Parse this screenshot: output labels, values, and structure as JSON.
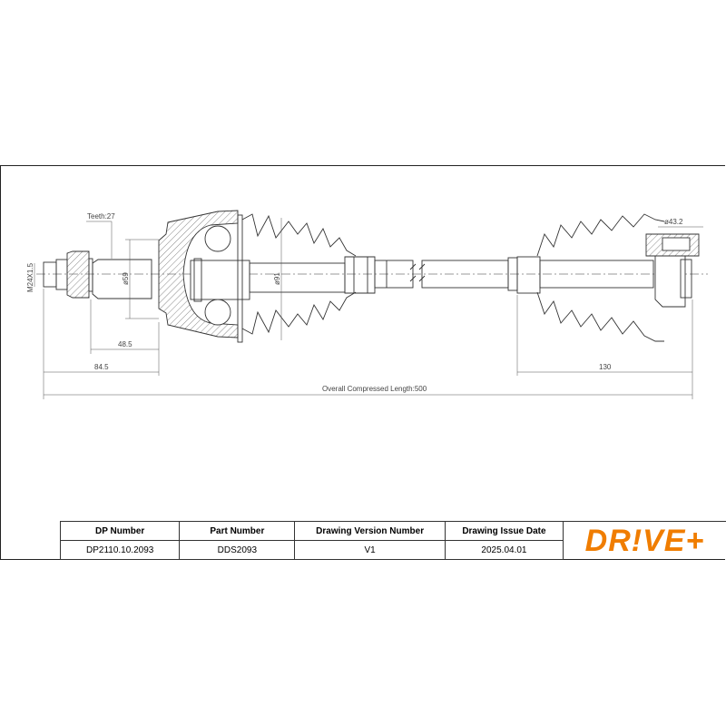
{
  "drawing": {
    "teeth_label": "Teeth:27",
    "thread_label": "M24X1.5",
    "dia_59": "ø59",
    "dia_91": "ø91",
    "dia_43": "ø43.2",
    "dim_48_5": "48.5",
    "dim_84_5": "84.5",
    "dim_130": "130",
    "overall_length": "Overall  Compressed  Length:500"
  },
  "title_block": {
    "headers": [
      "DP Number",
      "Part Number",
      "Drawing Version Number",
      "Drawing Issue Date"
    ],
    "values": [
      "DP2110.10.2093",
      "DDS2093",
      "V1",
      "2025.04.01"
    ],
    "logo_text": "DR!VE+",
    "brand_color": "#f07d00"
  }
}
